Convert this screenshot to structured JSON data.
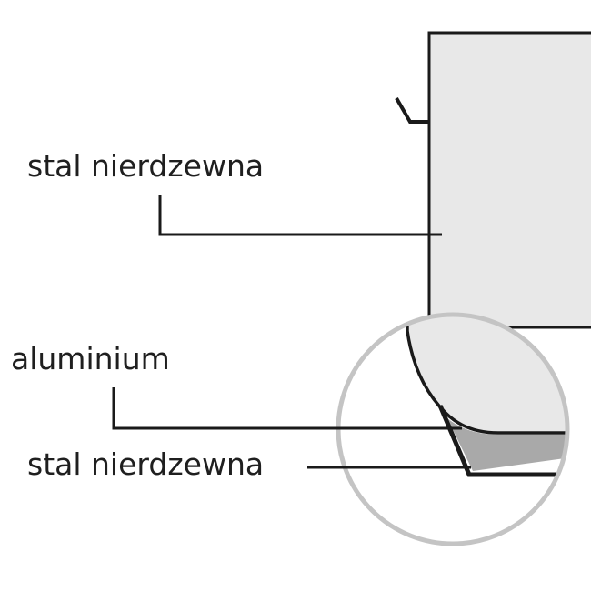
{
  "labels": {
    "top": "stal nierdzewna",
    "middle": "aluminium",
    "bottom": "stal nierdzewna"
  },
  "colors": {
    "pot_fill": "#e8e8e8",
    "outline": "#1a1a1a",
    "aluminium_layer": "#a9a9a9",
    "magnifier_ring": "#c4c4c4",
    "background": "#ffffff"
  }
}
